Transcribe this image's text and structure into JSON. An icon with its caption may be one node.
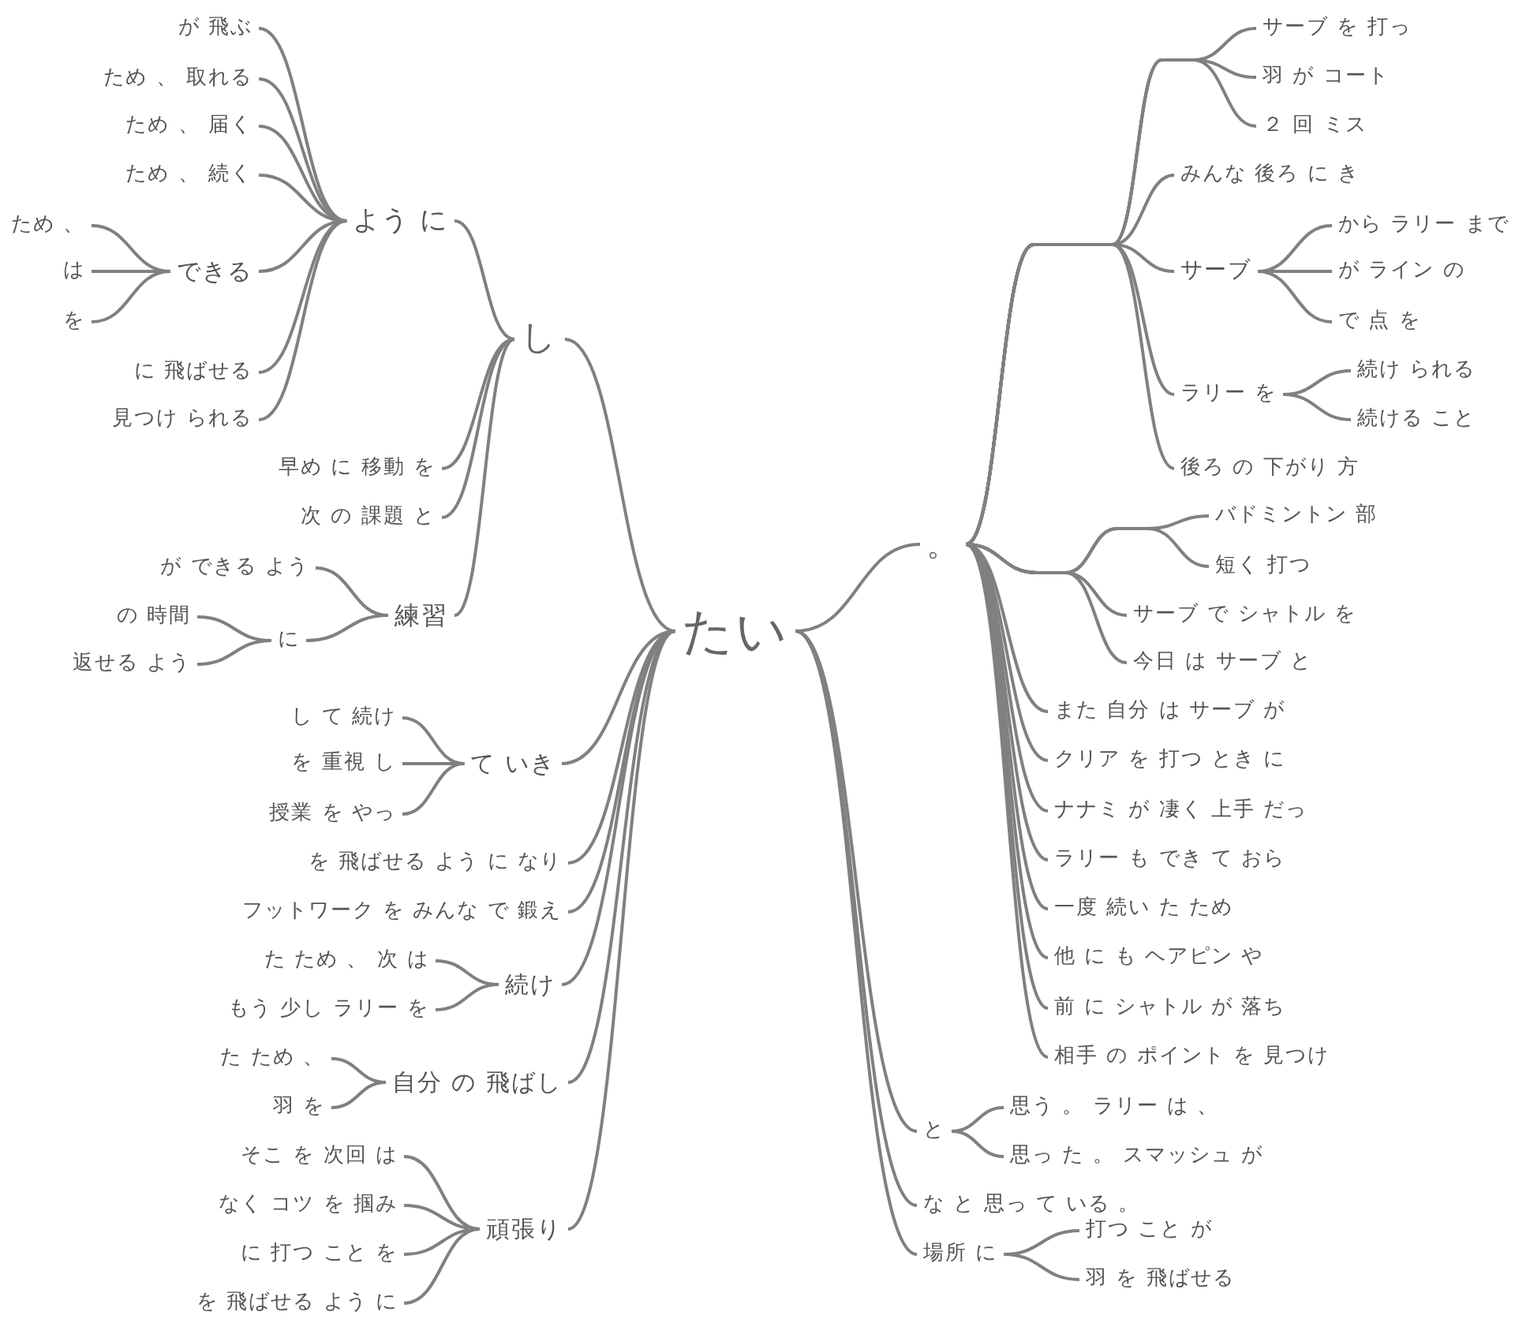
{
  "diagram": {
    "nodes": [
      {
        "text": [
          "たい"
        ]
      },
      {
        "text": [
          "し"
        ]
      },
      {
        "text": [
          "よう に"
        ]
      },
      {
        "text": [
          "が 飛ぶ"
        ]
      },
      {
        "text": [
          "ため 、 取れる"
        ]
      },
      {
        "text": [
          "ため 、 届く"
        ]
      },
      {
        "text": [
          "ため 、 続く"
        ]
      },
      {
        "text": [
          "できる"
        ]
      },
      {
        "text": [
          "ため 、"
        ]
      },
      {
        "text": [
          "は"
        ]
      },
      {
        "text": [
          "を"
        ]
      },
      {
        "text": [
          "に 飛ばせる"
        ]
      },
      {
        "text": [
          "見つけ られる"
        ]
      },
      {
        "text": [
          "早め に 移動 を"
        ]
      },
      {
        "text": [
          "次 の 課題 と"
        ]
      },
      {
        "text": [
          "練習"
        ]
      },
      {
        "text": [
          "が できる よう"
        ]
      },
      {
        "text": [
          "に"
        ]
      },
      {
        "text": [
          "の 時間"
        ]
      },
      {
        "text": [
          "返せる よう"
        ]
      },
      {
        "text": [
          "て いき"
        ]
      },
      {
        "text": [
          "し て 続け"
        ]
      },
      {
        "text": [
          "を 重視 し"
        ]
      },
      {
        "text": [
          "授業 を やっ"
        ]
      },
      {
        "text": [
          "を 飛ばせる よう に なり"
        ]
      },
      {
        "text": [
          "フットワーク を みんな で 鍛え"
        ]
      },
      {
        "text": [
          "続け"
        ]
      },
      {
        "text": [
          "た ため 、 次 は"
        ]
      },
      {
        "text": [
          "もう 少し ラリー を"
        ]
      },
      {
        "text": [
          "自分 の 飛ばし"
        ]
      },
      {
        "text": [
          "た ため 、"
        ]
      },
      {
        "text": [
          "羽 を"
        ]
      },
      {
        "text": [
          "頑張り"
        ]
      },
      {
        "text": [
          "そこ を 次回 は"
        ]
      },
      {
        "text": [
          "なく コツ を 掴み"
        ]
      },
      {
        "text": [
          "に 打つ こと を"
        ]
      },
      {
        "text": [
          "を 飛ばせる よう に"
        ]
      },
      {
        "text": [
          "。"
        ]
      },
      {
        "text": [
          "サーブ を 打っ"
        ]
      },
      {
        "text": [
          "羽 が コート"
        ]
      },
      {
        "text": [
          "２ 回 ミス"
        ]
      },
      {
        "text": [
          "みんな 後ろ に き"
        ]
      },
      {
        "text": [
          "サーブ"
        ]
      },
      {
        "text": [
          "から ラリー まで"
        ]
      },
      {
        "text": [
          "が ライン の"
        ]
      },
      {
        "text": [
          "で 点 を"
        ]
      },
      {
        "text": [
          "ラリー を"
        ]
      },
      {
        "text": [
          "続け られる"
        ]
      },
      {
        "text": [
          "続ける こと"
        ]
      },
      {
        "text": [
          "後ろ の 下がり 方"
        ]
      },
      {
        "text": [
          "バドミントン 部"
        ]
      },
      {
        "text": [
          "短く 打つ"
        ]
      },
      {
        "text": [
          "サーブ で シャトル を"
        ]
      },
      {
        "text": [
          "今日 は サーブ と"
        ]
      },
      {
        "text": [
          "また 自分 は サーブ が"
        ]
      },
      {
        "text": [
          "クリア を 打つ とき に"
        ]
      },
      {
        "text": [
          "ナナミ が 凄く 上手 だっ"
        ]
      },
      {
        "text": [
          "ラリー も でき て おら"
        ]
      },
      {
        "text": [
          "一度 続い た ため"
        ]
      },
      {
        "text": [
          "他 に も ヘアピン や"
        ]
      },
      {
        "text": [
          "前 に シャトル が 落ち"
        ]
      },
      {
        "text": [
          "相手 の ポイント を 見つけ"
        ]
      },
      {
        "text": [
          "と"
        ]
      },
      {
        "text": [
          "思う 。 ラリー は 、"
        ]
      },
      {
        "text": [
          "思っ た 。 スマッシュ が"
        ]
      },
      {
        "text": [
          "な と 思っ て いる 。"
        ]
      },
      {
        "text": [
          "場所 に"
        ]
      },
      {
        "text": [
          "打つ こと が"
        ]
      },
      {
        "text": [
          "羽 を 飛ばせる"
        ]
      }
    ],
    "edges": [
      {
        "from": 0,
        "to": 1,
        "arrow": "none"
      },
      {
        "from": 0,
        "to": 20,
        "arrow": "none"
      },
      {
        "from": 0,
        "to": 24,
        "arrow": "none"
      },
      {
        "from": 0,
        "to": 25,
        "arrow": "none"
      },
      {
        "from": 0,
        "to": 26,
        "arrow": "none"
      },
      {
        "from": 0,
        "to": 29,
        "arrow": "none"
      },
      {
        "from": 0,
        "to": 32,
        "arrow": "none"
      },
      {
        "from": 0,
        "to": 37,
        "arrow": "none"
      },
      {
        "from": 0,
        "to": 62,
        "arrow": "none"
      },
      {
        "from": 0,
        "to": 65,
        "arrow": "none"
      },
      {
        "from": 0,
        "to": 66,
        "arrow": "none"
      },
      {
        "from": 1,
        "to": 2,
        "arrow": "none"
      },
      {
        "from": 1,
        "to": 13,
        "arrow": "none"
      },
      {
        "from": 1,
        "to": 14,
        "arrow": "none"
      },
      {
        "from": 1,
        "to": 15,
        "arrow": "none"
      },
      {
        "from": 2,
        "to": 3,
        "arrow": "none"
      },
      {
        "from": 2,
        "to": 4,
        "arrow": "none"
      },
      {
        "from": 2,
        "to": 5,
        "arrow": "none"
      },
      {
        "from": 2,
        "to": 6,
        "arrow": "none"
      },
      {
        "from": 2,
        "to": 7,
        "arrow": "none"
      },
      {
        "from": 2,
        "to": 11,
        "arrow": "none"
      },
      {
        "from": 2,
        "to": 12,
        "arrow": "none"
      },
      {
        "from": 7,
        "to": 8,
        "arrow": "none"
      },
      {
        "from": 7,
        "to": 9,
        "arrow": "none"
      },
      {
        "from": 7,
        "to": 10,
        "arrow": "none"
      },
      {
        "from": 15,
        "to": 16,
        "arrow": "none"
      },
      {
        "from": 15,
        "to": 17,
        "arrow": "none"
      },
      {
        "from": 17,
        "to": 18,
        "arrow": "none"
      },
      {
        "from": 17,
        "to": 19,
        "arrow": "none"
      },
      {
        "from": 20,
        "to": 21,
        "arrow": "none"
      },
      {
        "from": 20,
        "to": 22,
        "arrow": "none"
      },
      {
        "from": 20,
        "to": 23,
        "arrow": "none"
      },
      {
        "from": 26,
        "to": 27,
        "arrow": "none"
      },
      {
        "from": 26,
        "to": 28,
        "arrow": "none"
      },
      {
        "from": 29,
        "to": 30,
        "arrow": "none"
      },
      {
        "from": 29,
        "to": 31,
        "arrow": "none"
      },
      {
        "from": 32,
        "to": 33,
        "arrow": "none"
      },
      {
        "from": 32,
        "to": 34,
        "arrow": "none"
      },
      {
        "from": 32,
        "to": 35,
        "arrow": "none"
      },
      {
        "from": 32,
        "to": 36,
        "arrow": "none"
      },
      {
        "from": 37,
        "to": 38,
        "arrow": "none"
      },
      {
        "from": 37,
        "to": 39,
        "arrow": "none"
      },
      {
        "from": 37,
        "to": 40,
        "arrow": "none"
      },
      {
        "from": 37,
        "to": 41,
        "arrow": "none"
      },
      {
        "from": 37,
        "to": 42,
        "arrow": "none"
      },
      {
        "from": 37,
        "to": 46,
        "arrow": "none"
      },
      {
        "from": 37,
        "to": 49,
        "arrow": "none"
      },
      {
        "from": 37,
        "to": 50,
        "arrow": "none"
      },
      {
        "from": 37,
        "to": 51,
        "arrow": "none"
      },
      {
        "from": 37,
        "to": 52,
        "arrow": "none"
      },
      {
        "from": 37,
        "to": 53,
        "arrow": "none"
      },
      {
        "from": 37,
        "to": 54,
        "arrow": "none"
      },
      {
        "from": 37,
        "to": 55,
        "arrow": "none"
      },
      {
        "from": 37,
        "to": 56,
        "arrow": "none"
      },
      {
        "from": 37,
        "to": 57,
        "arrow": "none"
      },
      {
        "from": 37,
        "to": 58,
        "arrow": "none"
      },
      {
        "from": 37,
        "to": 59,
        "arrow": "none"
      },
      {
        "from": 37,
        "to": 60,
        "arrow": "none"
      },
      {
        "from": 37,
        "to": 61,
        "arrow": "none"
      },
      {
        "from": 42,
        "to": 43,
        "arrow": "none"
      },
      {
        "from": 42,
        "to": 44,
        "arrow": "none"
      },
      {
        "from": 42,
        "to": 45,
        "arrow": "none"
      },
      {
        "from": 46,
        "to": 47,
        "arrow": "none"
      },
      {
        "from": 46,
        "to": 48,
        "arrow": "none"
      },
      {
        "from": 62,
        "to": 63,
        "arrow": "none"
      },
      {
        "from": 62,
        "to": 64,
        "arrow": "none"
      },
      {
        "from": 66,
        "to": 67,
        "arrow": "none"
      },
      {
        "from": 66,
        "to": 68,
        "arrow": "none"
      }
    ]
  }
}
